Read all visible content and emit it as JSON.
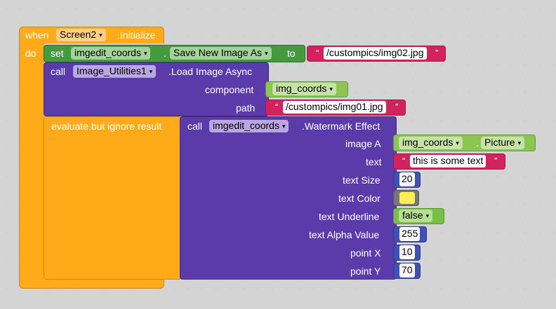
{
  "colors": {
    "event": "#ffab19",
    "component_set": "#439a3f",
    "component_call": "#5b3ba9",
    "component_get": "#8cc552",
    "text": "#d1245f",
    "math": "#3f51b5",
    "logic": "#77c043",
    "swatch": "#ffee58"
  },
  "event_block": {
    "when_label": "when",
    "component": "Screen2",
    "event_name": ".Initialize",
    "do_label": "do"
  },
  "set_block": {
    "set_label": "set",
    "component": "imgedit_coords",
    "dot": ".",
    "property": "Save New Image As",
    "to_label": "to",
    "value": "/custompics/img02.jpg"
  },
  "load_block": {
    "call_label": "call",
    "component": "Image_Utilities1",
    "method": ".Load Image Async",
    "component_label": "component",
    "component_value": "img_coords",
    "path_label": "path",
    "path_value": "/custompics/img01.jpg"
  },
  "evaluate_block": {
    "label": "evaluate but ignore result"
  },
  "watermark_block": {
    "call_label": "call",
    "component": "imgedit_coords",
    "method": ".Watermark Effect",
    "image_a_label": "image A",
    "image_a_component": "img_coords",
    "image_a_dot": ".",
    "image_a_property": "Picture",
    "text_label": "text",
    "text_value": "this is some text",
    "text_size_label": "text Size",
    "text_size_value": "20",
    "text_color_label": "text Color",
    "text_underline_label": "text Underline",
    "text_underline_value": "false",
    "alpha_label": "text Alpha Value",
    "alpha_value": "255",
    "point_x_label": "point X",
    "point_x_value": "10",
    "point_y_label": "point Y",
    "point_y_value": "70"
  },
  "icons": {
    "dropdown": "dropdown-arrow-icon",
    "quote_open": "“",
    "quote_close": "”",
    "arrow": "▾"
  }
}
